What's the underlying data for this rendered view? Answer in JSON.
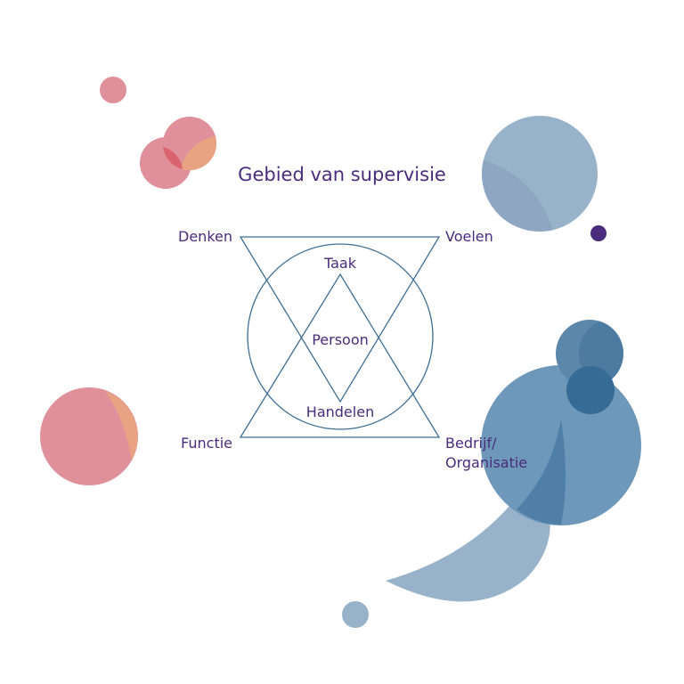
{
  "title": "Gebied van supervisie",
  "labels": {
    "top_left": "Denken",
    "top_right": "Voelen",
    "bottom_left": "Functie",
    "bottom_right_line1": "Bedrijf/",
    "bottom_right_line2": "Organisatie",
    "inner_top": "Taak",
    "inner_center": "Persoon",
    "inner_bottom": "Handelen"
  },
  "colors": {
    "text": "#4a2c7d",
    "line": "#3f6f95",
    "pink": "#e0909a",
    "orange": "#e8a482",
    "light_blue": "#98b3c9",
    "mid_blue": "#5b87ab",
    "dark_blue": "#356b95",
    "purple_dot": "#4a2c7d"
  }
}
